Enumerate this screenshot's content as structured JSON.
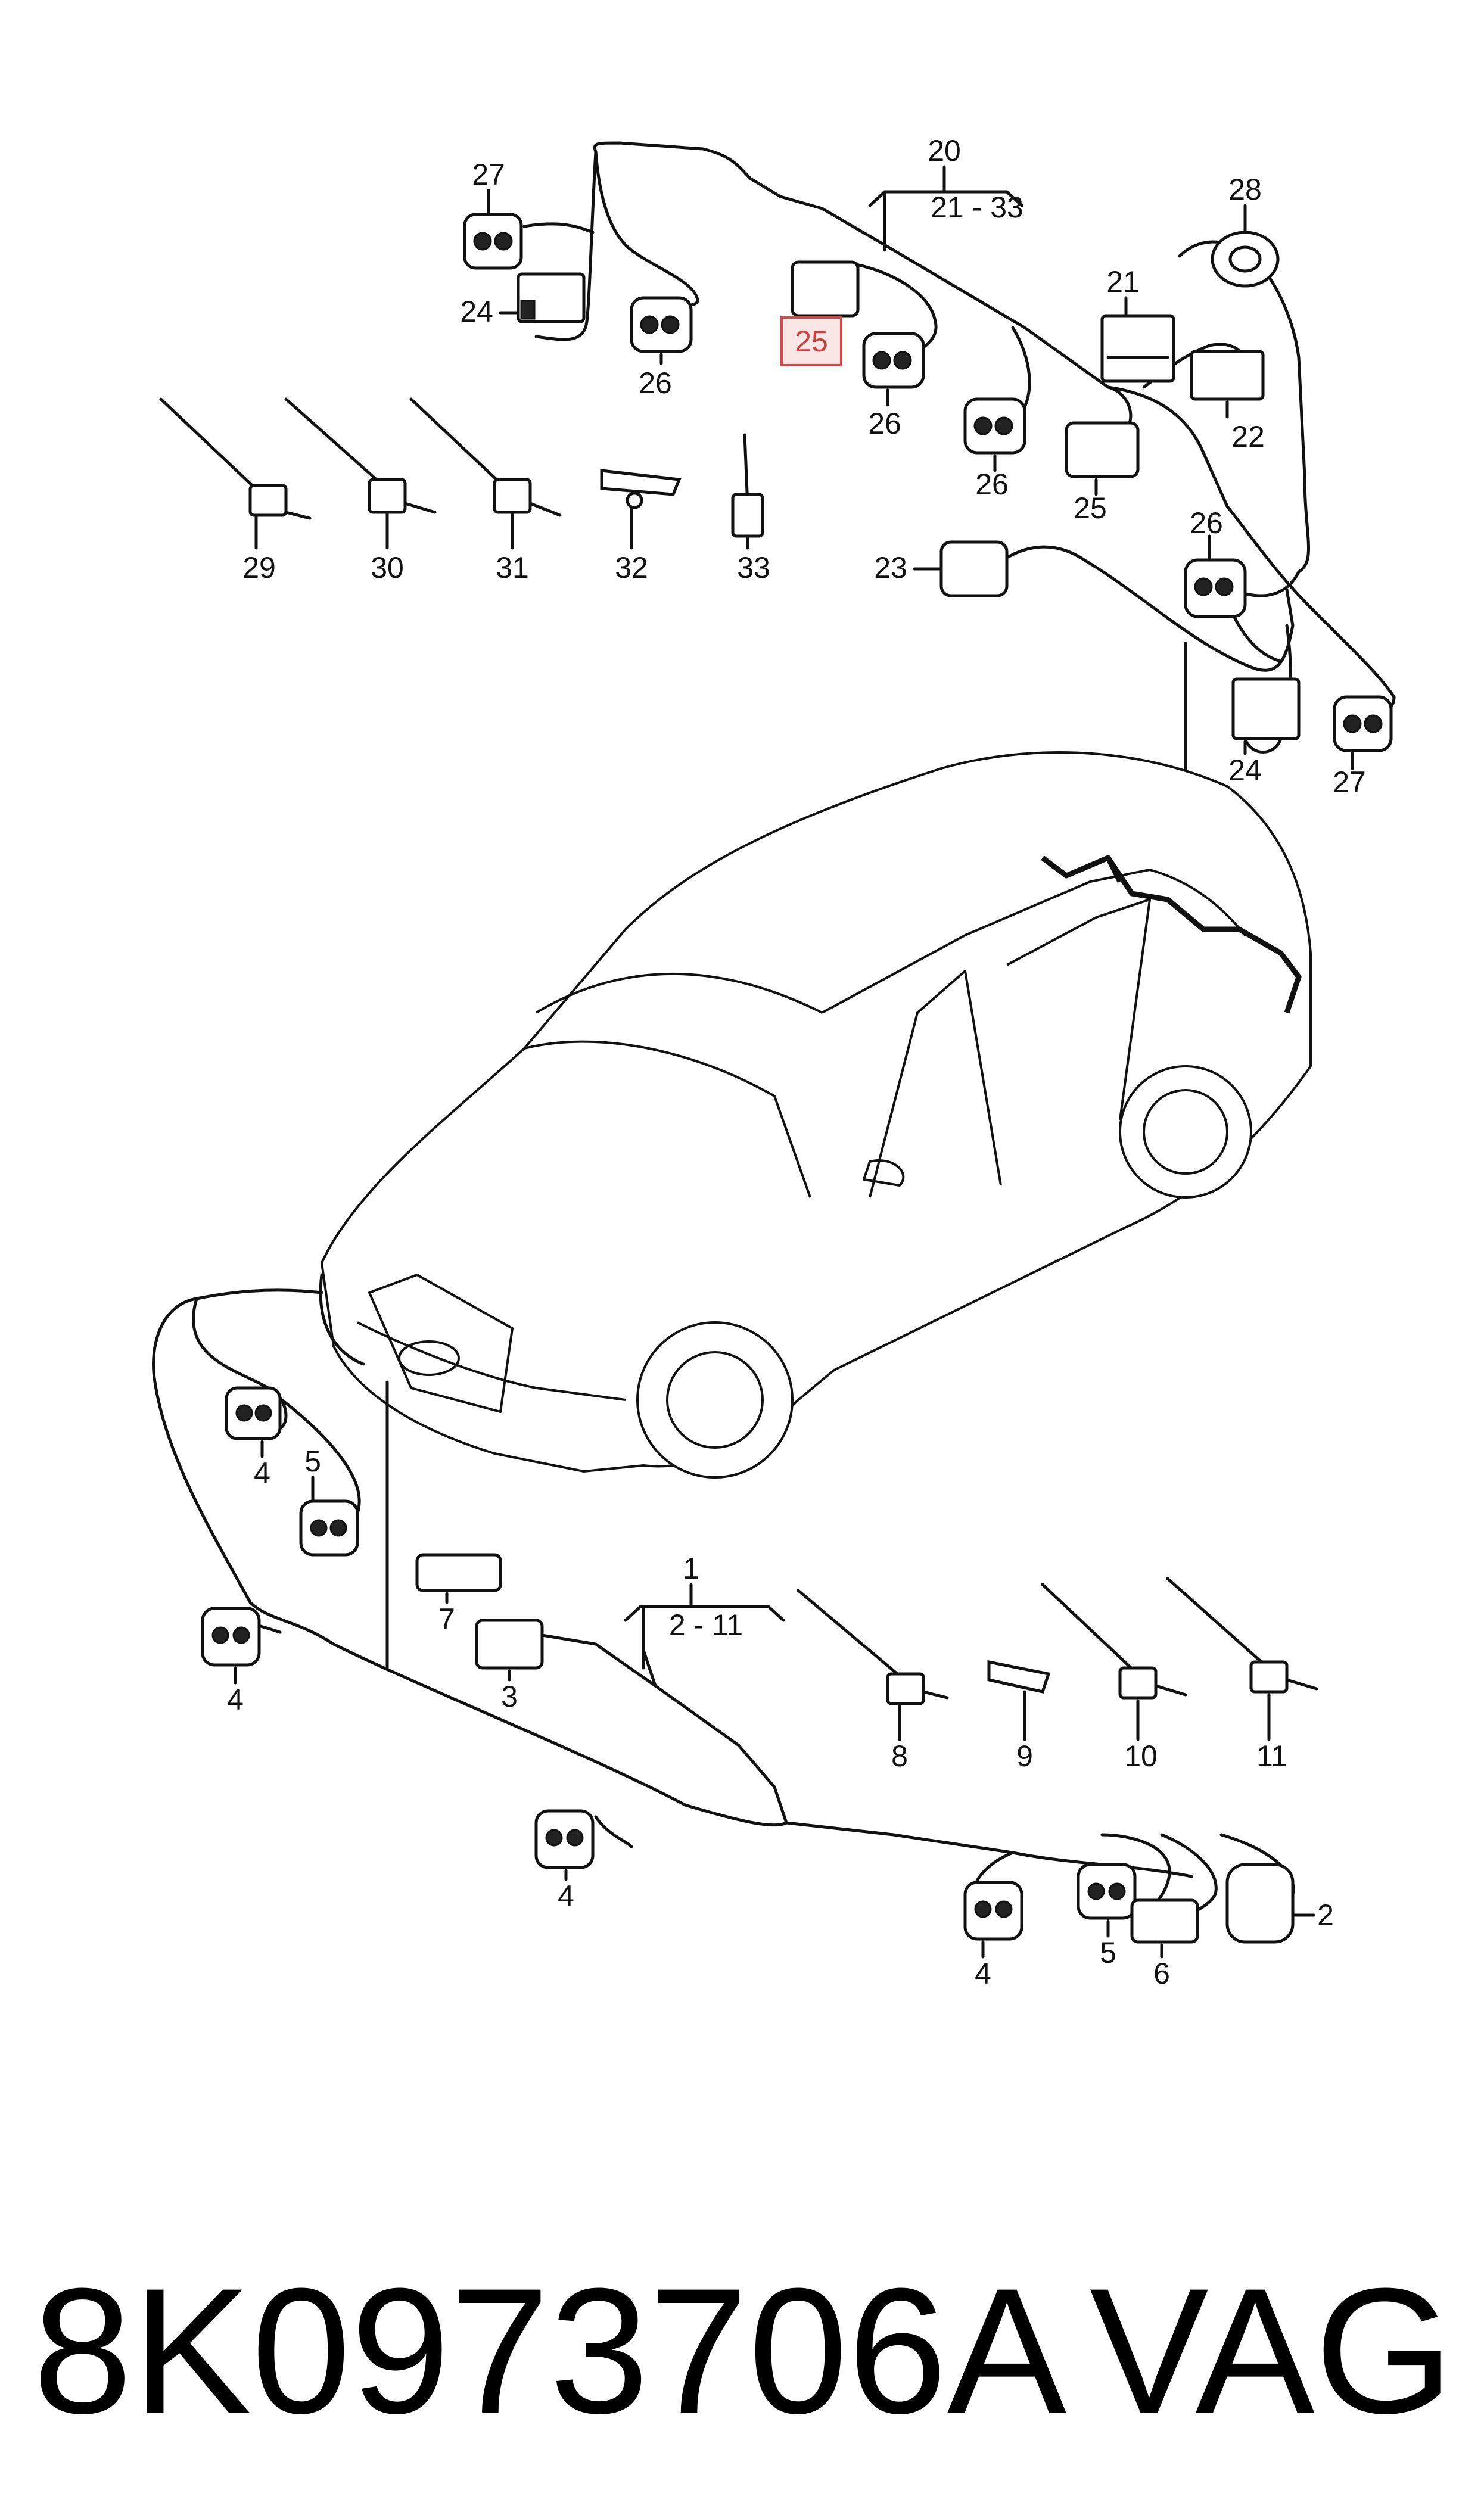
{
  "title": "8K0973706A",
  "brand": "VAG",
  "highlight_color": "#d94848",
  "groups": {
    "upper_group_number": "20",
    "upper_group_range": "21 - 33",
    "lower_group_number": "1",
    "lower_group_range": "2 - 11"
  },
  "callouts": {
    "p27a": "27",
    "p24a": "24",
    "p26a": "26",
    "p25_highlighted": "25",
    "p26b": "26",
    "p21": "21",
    "p28": "28",
    "p22": "22",
    "p26c": "26",
    "p25b": "25",
    "p29": "29",
    "p30": "30",
    "p31": "31",
    "p32": "32",
    "p33": "33",
    "p23": "23",
    "p26d": "26",
    "p24b": "24",
    "p27b": "27",
    "p4a": "4",
    "p5a": "5",
    "p4b": "4",
    "p7": "7",
    "p3": "3",
    "p8": "8",
    "p9": "9",
    "p10": "10",
    "p11": "11",
    "p4c": "4",
    "p4d": "4",
    "p5b": "5",
    "p6": "6",
    "p2": "2"
  }
}
